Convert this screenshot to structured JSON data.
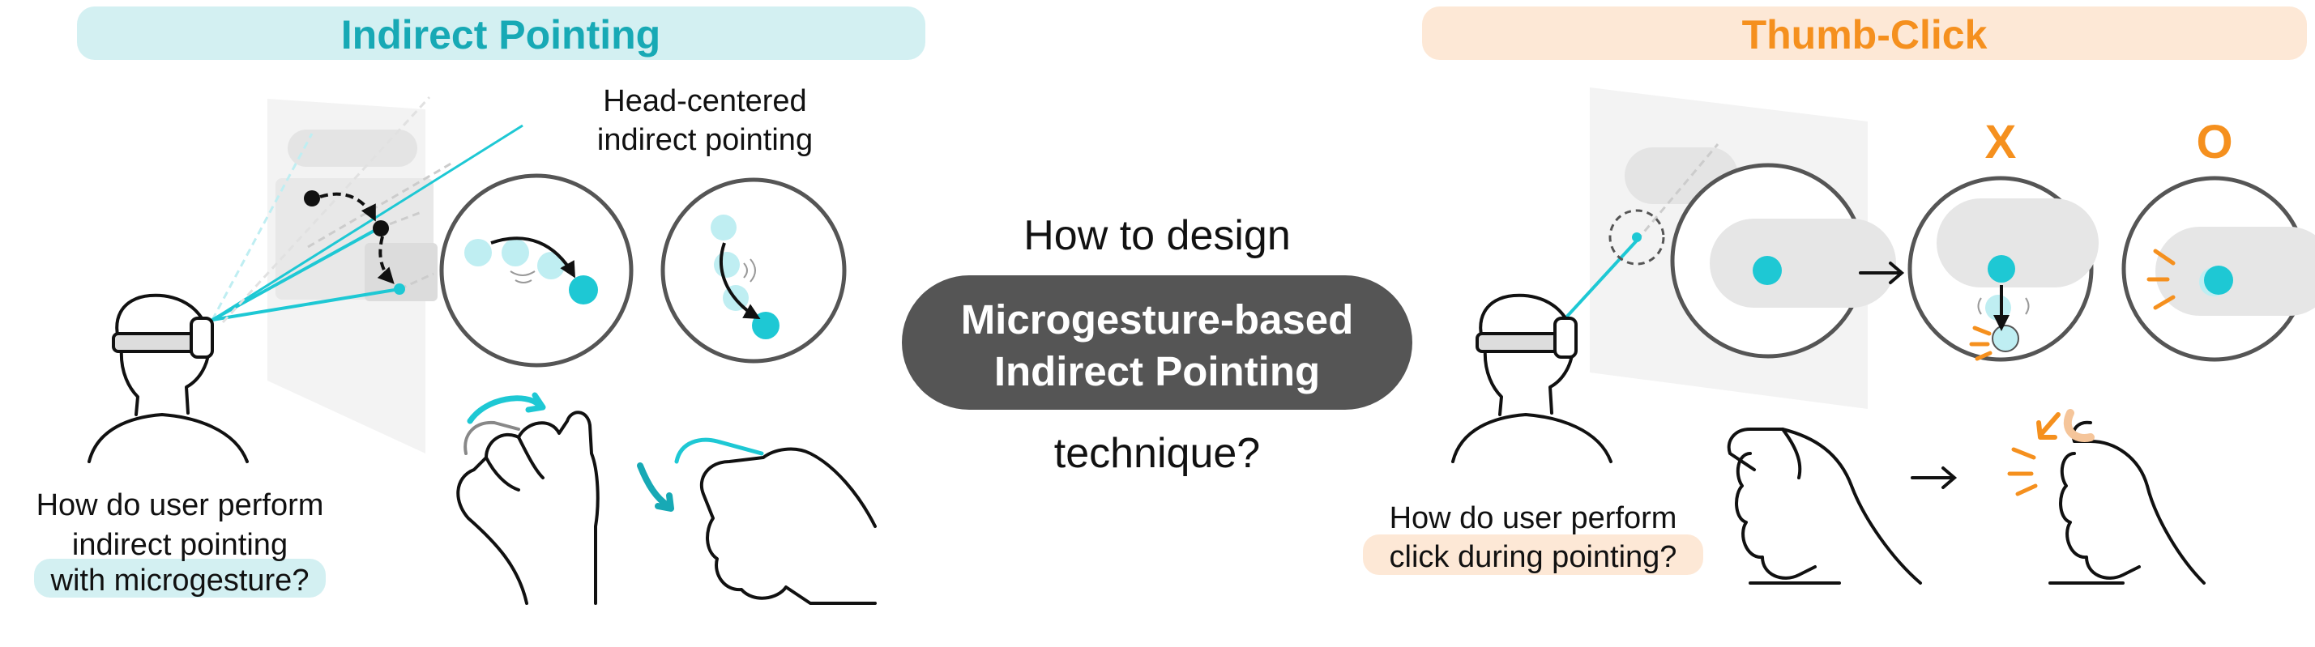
{
  "left_section": {
    "title": "Indirect Pointing",
    "annotation_line1": "Head-centered",
    "annotation_line2": "indirect pointing",
    "question_line1": "How do user perform",
    "question_line2": "indirect pointing",
    "question_line3": "with microgesture?"
  },
  "center": {
    "line1": "How to design",
    "pill_line1": "Microgesture-based",
    "pill_line2": "Indirect Pointing",
    "line3": "technique?"
  },
  "right_section": {
    "title": "Thumb-Click",
    "mark_wrong": "X",
    "mark_right": "O",
    "question_line1": "How do user perform",
    "question_line2": "click during pointing?"
  },
  "colors": {
    "teal": "#1ec8d4",
    "teal_light": "#bfeef2",
    "teal_banner": "#d3f0f2",
    "teal_title": "#17a9b5",
    "orange": "#f5901e",
    "orange_banner": "#fde8d6",
    "pill_bg": "#555555",
    "panel_gray": "#f2f2f2"
  }
}
